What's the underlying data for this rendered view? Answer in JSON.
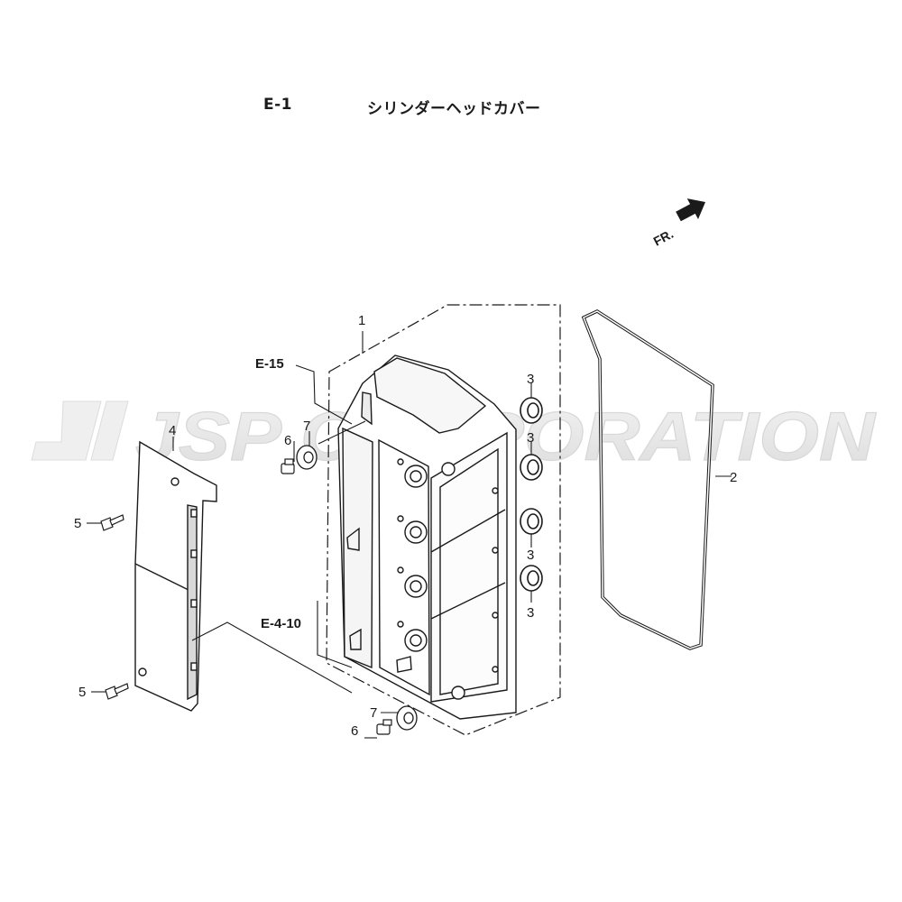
{
  "header": {
    "page_code": "E-1",
    "title": "シリンダーヘッドカバー"
  },
  "front_indicator": {
    "label": "FR."
  },
  "watermark": {
    "text": "JSP CORPORATION"
  },
  "references": {
    "ref_upper": "E-15",
    "ref_lower": "E-4-10"
  },
  "callouts": {
    "part_1": "1",
    "part_2": "2",
    "part_3_a": "3",
    "part_3_b": "3",
    "part_3_c": "3",
    "part_3_d": "3",
    "part_4": "4",
    "part_5_upper": "5",
    "part_5_lower": "5",
    "part_6_upper": "6",
    "part_6_lower": "6",
    "part_7_upper": "7",
    "part_7_lower": "7"
  },
  "colors": {
    "line": "#1a1a1a",
    "watermark": "#e6e6e6",
    "accent_gray": "#d9d9d9"
  }
}
